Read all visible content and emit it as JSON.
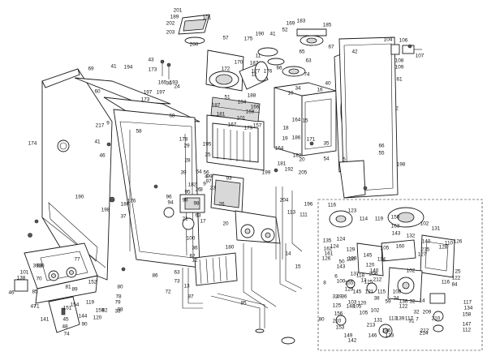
{
  "callouts": [
    "201",
    "189",
    "202",
    "203",
    "200",
    "101",
    "57",
    "175",
    "190",
    "41",
    "52",
    "169",
    "183",
    "185",
    "104",
    "106",
    "107",
    "108",
    "109",
    "67",
    "42",
    "61",
    "2",
    "194",
    "165",
    "193",
    "43",
    "69",
    "41",
    "173",
    "197",
    "60",
    "197",
    "173",
    "30",
    "24",
    "172",
    "170",
    "11",
    "187",
    "177",
    "176",
    "66",
    "65",
    "63",
    "74",
    "34",
    "12",
    "187",
    "51",
    "184",
    "188",
    "181",
    "101",
    "166",
    "168",
    "167",
    "179",
    "157",
    "164",
    "186",
    "10",
    "16",
    "40",
    "15",
    "68",
    "18",
    "19",
    "171",
    "195",
    "25",
    "64",
    "56",
    "35",
    "164",
    "182",
    "181",
    "199",
    "205",
    "54",
    "5",
    "55",
    "66",
    "198",
    "174",
    "46",
    "41",
    "58",
    "9",
    "217",
    "178",
    "29",
    "28",
    "39",
    "4",
    "97",
    "93",
    "99",
    "23",
    "9",
    "26",
    "182",
    "3",
    "20",
    "192",
    "196",
    "190",
    "198",
    "180",
    "176",
    "37",
    "96",
    "94",
    "95",
    "98",
    "98",
    "63",
    "21",
    "17",
    "26",
    "20",
    "180",
    "204",
    "111",
    "113",
    "116",
    "123",
    "114",
    "119",
    "150",
    "163",
    "143",
    "132",
    "160",
    "215",
    "131",
    "140",
    "128",
    "126",
    "127",
    "124",
    "135",
    "124",
    "129",
    "130",
    "143",
    "145",
    "206",
    "102",
    "116",
    "137",
    "118",
    "13",
    "14",
    "15",
    "80",
    "85",
    "100",
    "36",
    "62",
    "12",
    "63",
    "13",
    "72",
    "86",
    "87",
    "73",
    "83",
    "70",
    "85",
    "71",
    "81",
    "89",
    "47",
    "45",
    "48",
    "74",
    "90",
    "82",
    "119",
    "80",
    "78",
    "79",
    "88",
    "33",
    "46",
    "30",
    "39",
    "77",
    "101",
    "138",
    "152",
    "141",
    "154",
    "151",
    "144",
    "159",
    "120",
    "125",
    "156",
    "210",
    "153",
    "149",
    "148",
    "133",
    "213",
    "209",
    "210",
    "214",
    "212",
    "136",
    "146",
    "142",
    "117",
    "134",
    "158",
    "147",
    "112",
    "84",
    "122",
    "25",
    "110",
    "102",
    "105",
    "50",
    "49",
    "36",
    "103",
    "105",
    "38",
    "59",
    "34",
    "32",
    "14",
    "102",
    "105",
    "120",
    "131",
    "113",
    "139",
    "117",
    "7",
    "31",
    "32",
    "32",
    "8",
    "6",
    "100",
    "212",
    "125",
    "155",
    "129",
    "145",
    "121",
    "115",
    "108",
    "136",
    "122",
    "126",
    "161",
    "162",
    "114",
    "120",
    "140",
    "109",
    "112"
  ]
}
